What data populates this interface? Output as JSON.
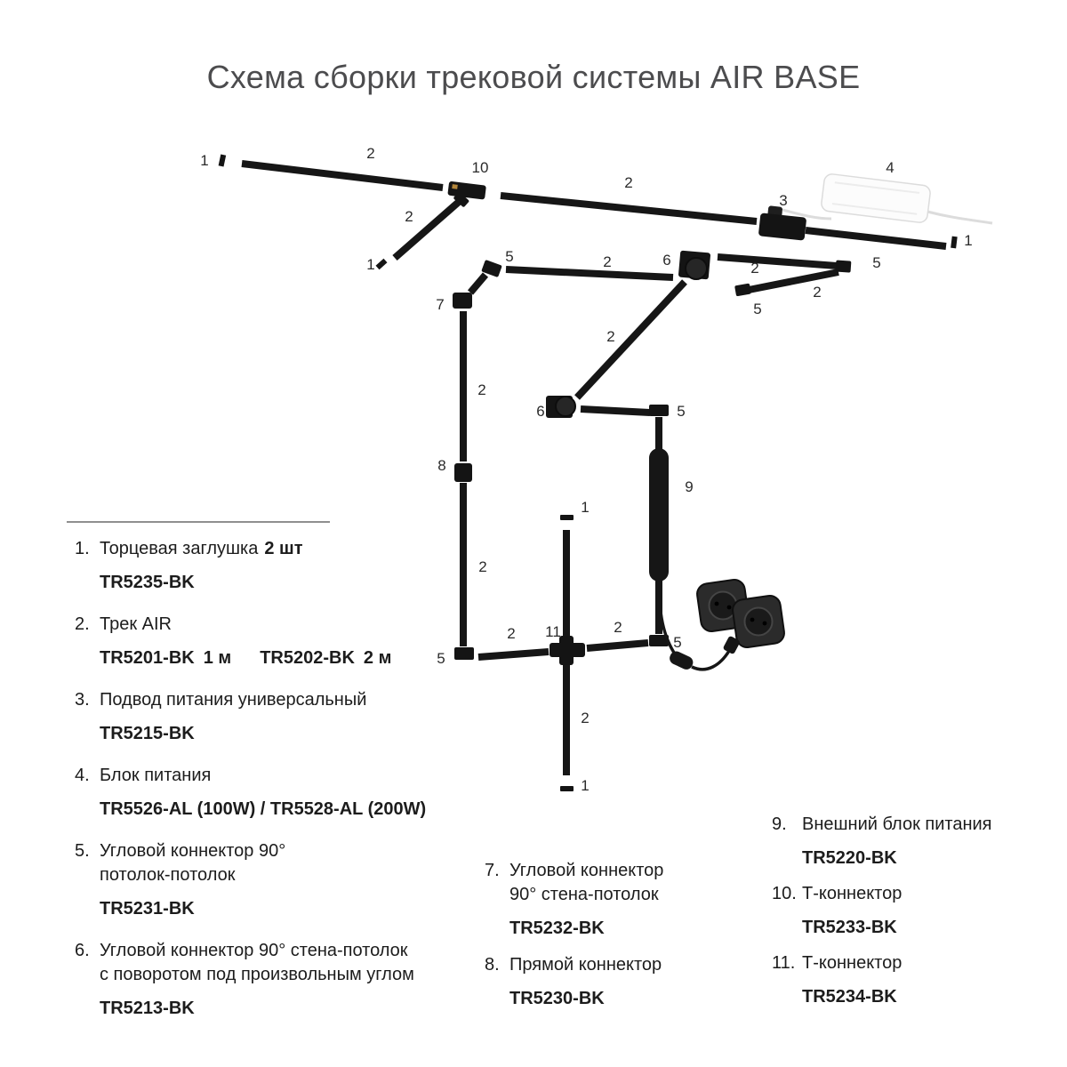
{
  "title": "Схема сборки трековой системы AIR BASE",
  "diagram": {
    "callouts": [
      "1",
      "2",
      "10",
      "2",
      "3",
      "4",
      "1",
      "2",
      "1",
      "5",
      "2",
      "6",
      "2",
      "5",
      "2",
      "5",
      "7",
      "2",
      "8",
      "2",
      "6",
      "2",
      "5",
      "9",
      "5",
      "2",
      "11",
      "2",
      "5",
      "1",
      "2",
      "1"
    ]
  },
  "legend": {
    "left": [
      {
        "num": "1.",
        "line1": "Торцевая заглушка",
        "bold": "2 шт",
        "code": "TR5235-BK"
      },
      {
        "num": "2.",
        "line1": "Трек AIR",
        "code": "TR5201-BK",
        "size": "1 м",
        "code2": "TR5202-BK",
        "size2": "2 м"
      },
      {
        "num": "3.",
        "line1": "Подвод питания универсальный",
        "code": "TR5215-BK"
      },
      {
        "num": "4.",
        "line1": "Блок питания",
        "code": "TR5526-AL (100W) / TR5528-AL (200W)"
      },
      {
        "num": "5.",
        "line1": "Угловой коннектор 90°",
        "line2": "потолок-потолок",
        "code": "TR5231-BK"
      },
      {
        "num": "6.",
        "line1": "Угловой коннектор 90° стена-потолок",
        "line2": "с поворотом под произвольным углом",
        "code": "TR5213-BK"
      }
    ],
    "middle": [
      {
        "num": "7.",
        "line1": "Угловой коннектор",
        "line2": "90° стена-потолок",
        "code": "TR5232-BK"
      },
      {
        "num": "8.",
        "line1": "Прямой коннектор",
        "code": "TR5230-BK"
      }
    ],
    "right": [
      {
        "num": "9.",
        "line1": "Внешний блок питания",
        "code": "TR5220-BK"
      },
      {
        "num": "10.",
        "line1": "Т-коннектор",
        "code": "TR5233-BK"
      },
      {
        "num": "11.",
        "line1": "Т-коннектор",
        "code": "TR5234-BK"
      }
    ]
  }
}
